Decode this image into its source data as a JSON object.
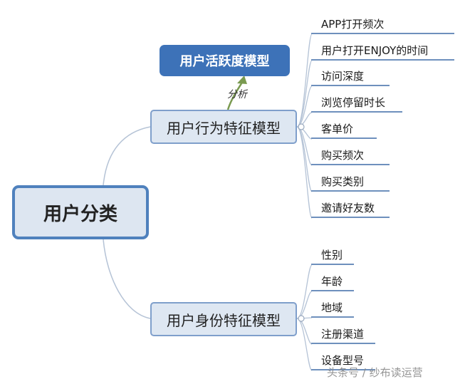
{
  "root": {
    "label": "用户分类"
  },
  "behavior_model": {
    "label": "用户行为特征模型",
    "items": [
      "APP打开频次",
      "用户打开ENJOY的时间",
      "访问深度",
      "浏览停留时长",
      "客单价",
      "购买频次",
      "购买类别",
      "邀请好友数"
    ]
  },
  "activity_model": {
    "label": "用户活跃度模型",
    "edge_label": "分析"
  },
  "profile_model": {
    "label": "用户身份特征模型",
    "items": [
      "性别",
      "年龄",
      "地域",
      "注册渠道",
      "设备型号"
    ]
  },
  "watermark": "头条号 / 纱布读运营",
  "colors": {
    "root_border": "#4f81bd",
    "node_fill": "#dee7f2",
    "active_fill": "#3d72b8",
    "connector": "#b5c3d6",
    "arrow": "#7a9a50"
  }
}
